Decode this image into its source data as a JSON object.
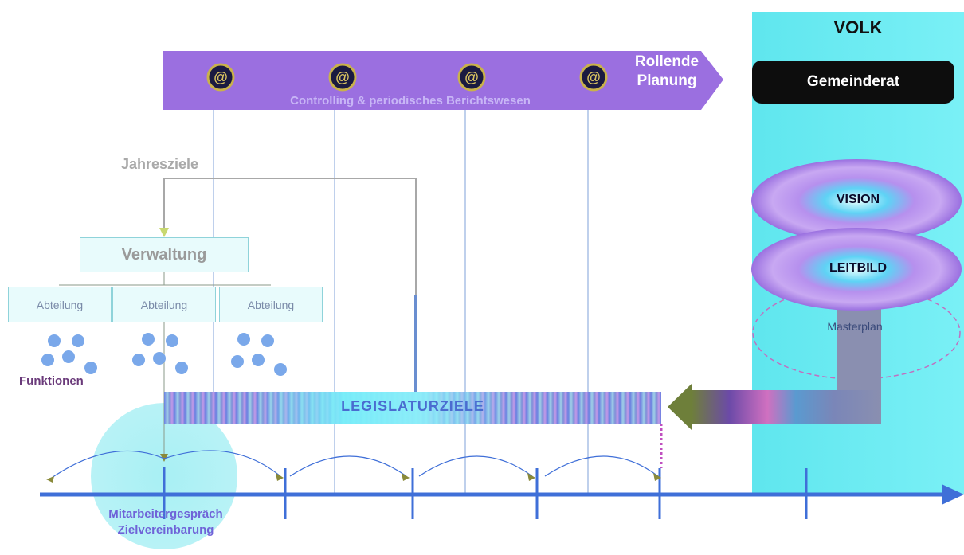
{
  "volk": {
    "title": "VOLK",
    "gemeinderat": "Gemeinderat"
  },
  "top_arrow": {
    "title": "Rollende Planung",
    "line1": "Rollende",
    "line2": "Planung",
    "caption": "Controlling & periodisches Berichtswesen",
    "icon_glyph": "@",
    "icon_count": 4
  },
  "jahresziele": "Jahresziele",
  "verwaltung": "Verwaltung",
  "abteilungen": [
    "Abteilung",
    "Abteilung",
    "Abteilung"
  ],
  "funktionen": "Funktionen",
  "legislaturziele": "LEGISLATURZIELE",
  "vision": "VISION",
  "leitbild": "LEITBILD",
  "masterplan": "Masterplan",
  "mitarbeiter": {
    "line1": "Mitarbeitergespräch",
    "line2": "Zielvereinbarung"
  },
  "colors": {
    "volk_panel": "#66e8f0",
    "top_arrow": "#9b6fe0",
    "timeline": "#3f6fd8",
    "vision_ring": "#b690ee",
    "circle_dots": "#7aa8ea"
  }
}
